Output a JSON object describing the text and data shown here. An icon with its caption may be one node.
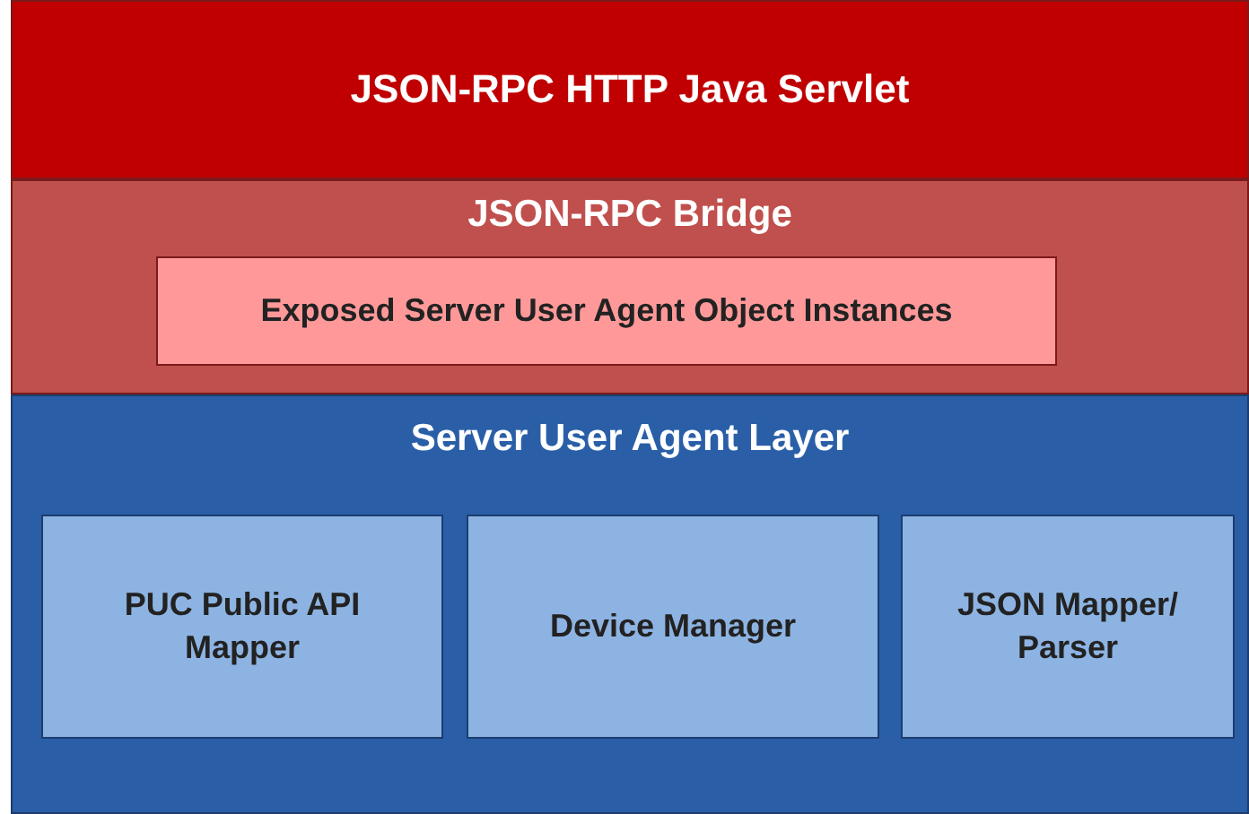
{
  "diagram": {
    "nodes": [
      {
        "text": [
          "JSON-RPC HTTP Java Servlet"
        ]
      },
      {
        "text": [
          "JSON-RPC Bridge"
        ]
      },
      {
        "text": [
          "Exposed Server User Agent Object Instances"
        ],
        "in": 1
      },
      {
        "text": [
          "Server User Agent Layer"
        ]
      },
      {
        "text": [
          "PUC Public API Mapper"
        ],
        "in": 3
      },
      {
        "text": [
          "Device Manager"
        ],
        "in": 3
      },
      {
        "text": [
          "JSON Mapper/ Parser"
        ],
        "in": 3
      }
    ]
  }
}
